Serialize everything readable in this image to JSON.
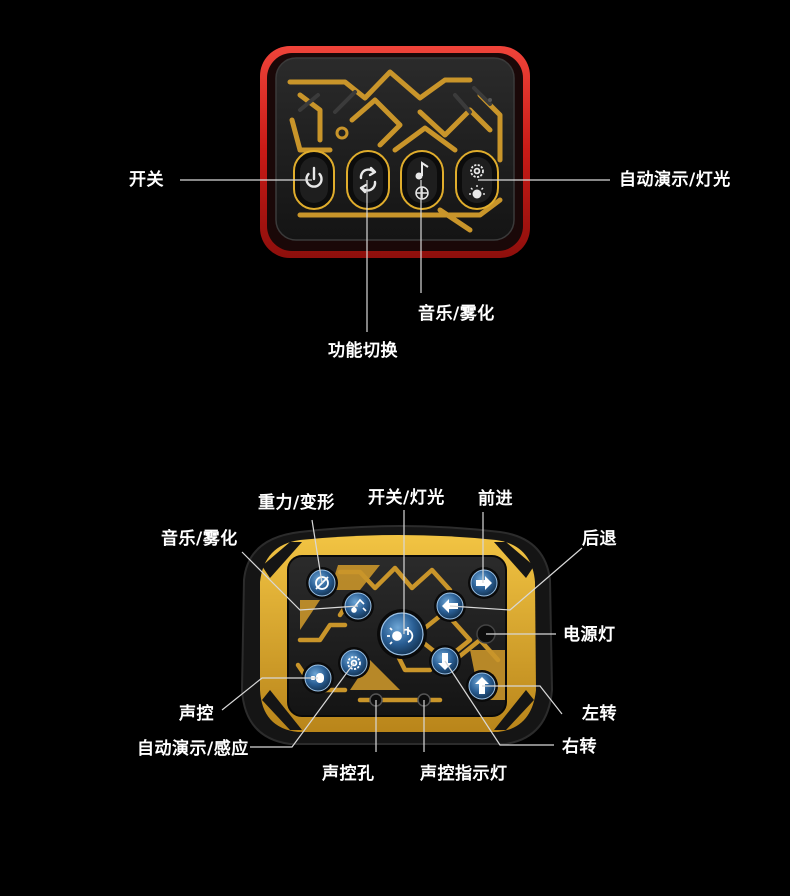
{
  "panel_top": {
    "buttons": [
      {
        "name": "power",
        "icon": "power-icon"
      },
      {
        "name": "mode-switch",
        "icon": "cycle-arrows-icon"
      },
      {
        "name": "music-mist",
        "icon": "music-note-icon"
      },
      {
        "name": "demo-light",
        "icon": "gear-light-icon"
      }
    ],
    "labels": {
      "power": "开关",
      "demo_light": "自动演示/灯光",
      "music_mist": "音乐/雾化",
      "mode_switch": "功能切换"
    }
  },
  "panel_bottom": {
    "labels": {
      "gravity": "重力/变形",
      "power_light": "开关/灯光",
      "forward": "前进",
      "music_mist": "音乐/雾化",
      "backward": "后退",
      "power_led": "电源灯",
      "voice": "声控",
      "turn_left": "左转",
      "demo_sense": "自动演示/感应",
      "turn_right": "右转",
      "mic_hole": "声控孔",
      "voice_led": "声控指示灯"
    }
  },
  "colors": {
    "background": "#000000",
    "red_frame": "#d8251f",
    "gold": "#e0ad2c",
    "button_blue": "#2a5f95"
  }
}
